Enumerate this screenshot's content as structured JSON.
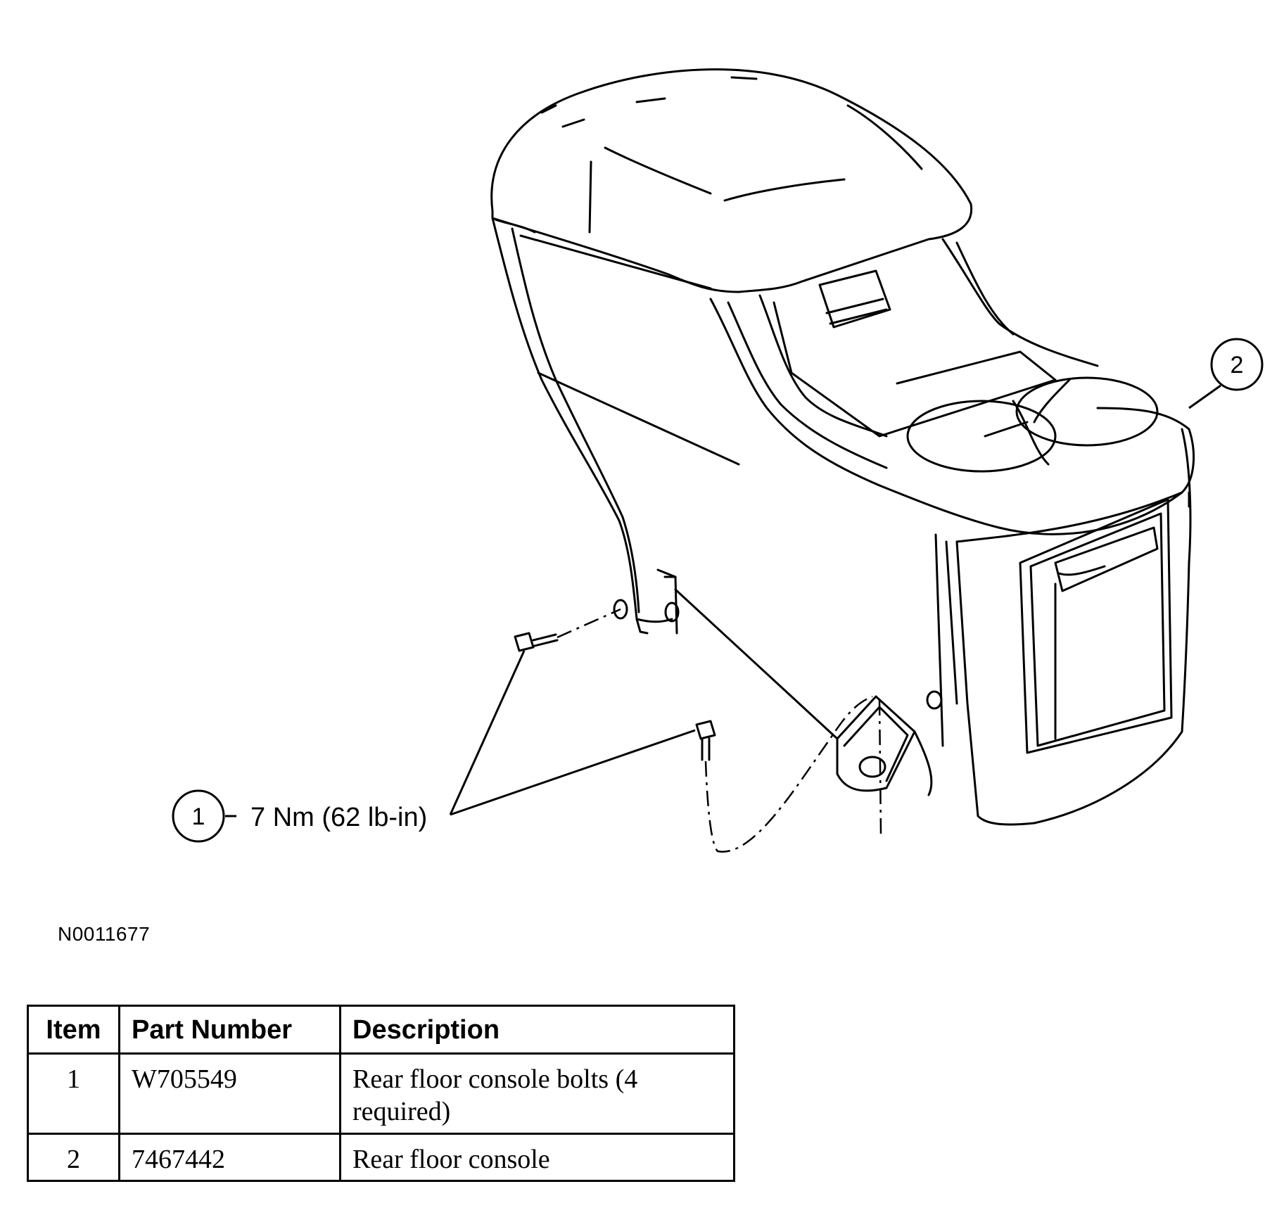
{
  "callouts": [
    {
      "number": "1",
      "label": "7 Nm (62 lb-in)"
    },
    {
      "number": "2",
      "label": ""
    }
  ],
  "figure_id": "N0011677",
  "table": {
    "headers": [
      "Item",
      "Part Number",
      "Description"
    ],
    "rows": [
      {
        "item": "1",
        "part_number": "W705549",
        "description": "Rear floor console bolts (4 required)"
      },
      {
        "item": "2",
        "part_number": "7467442",
        "description": "Rear floor console"
      }
    ]
  }
}
